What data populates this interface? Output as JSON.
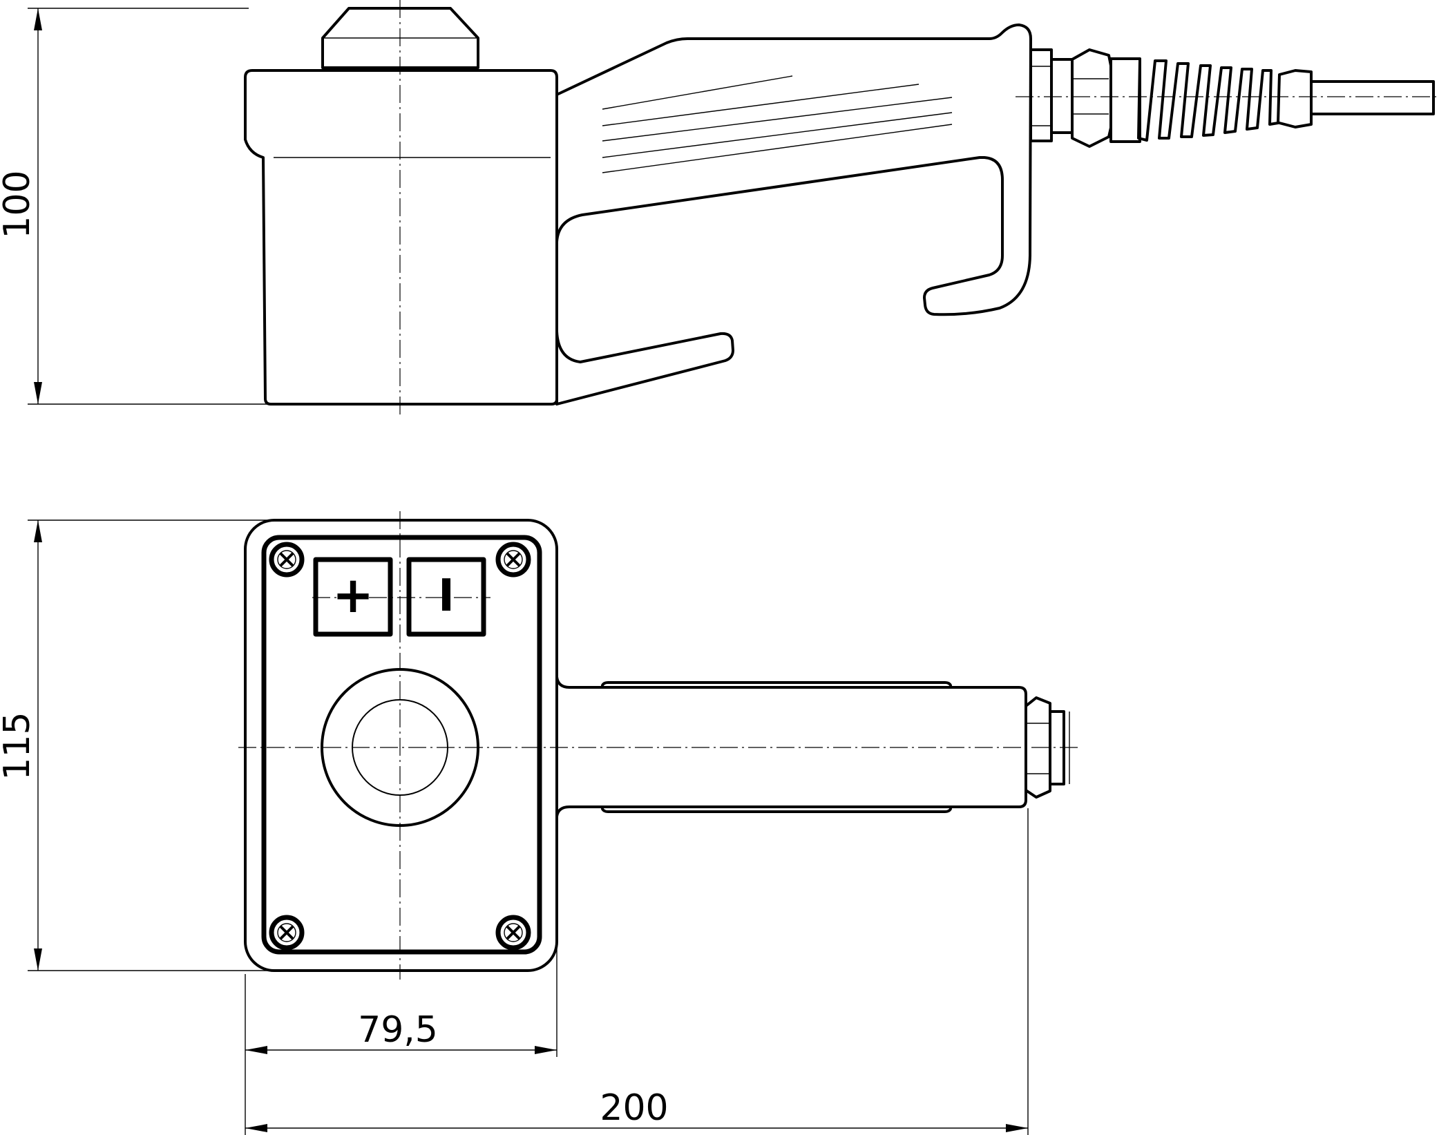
{
  "drawing": {
    "dimensions": {
      "side_height": "100",
      "front_height": "115",
      "front_width": "79,5",
      "overall_length": "200"
    },
    "buttons": {
      "plus_symbol": "+",
      "minus_symbol": "I"
    }
  }
}
